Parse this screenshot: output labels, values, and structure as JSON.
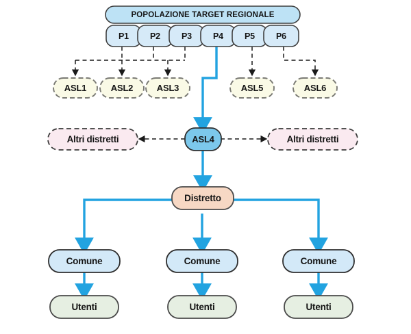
{
  "diagram": {
    "title_bar": {
      "label": "POPOLAZIONE TARGET REGIONALE"
    },
    "population_segments": [
      {
        "label": "P1"
      },
      {
        "label": "P2"
      },
      {
        "label": "P3"
      },
      {
        "label": "P4"
      },
      {
        "label": "P5"
      },
      {
        "label": "P6"
      }
    ],
    "asl_nodes": [
      {
        "label": "ASL1"
      },
      {
        "label": "ASL2"
      },
      {
        "label": "ASL3"
      },
      {
        "label": "ASL5"
      },
      {
        "label": "ASL6"
      }
    ],
    "highlighted_asl": {
      "label": "ASL4"
    },
    "other_districts": [
      {
        "label": "Altri distretti"
      },
      {
        "label": "Altri distretti"
      }
    ],
    "district": {
      "label": "Distretto"
    },
    "municipalities": [
      {
        "label": "Comune"
      },
      {
        "label": "Comune"
      },
      {
        "label": "Comune"
      }
    ],
    "users": [
      {
        "label": "Utenti"
      },
      {
        "label": "Utenti"
      },
      {
        "label": "Utenti"
      }
    ]
  },
  "colors": {
    "header_fill": "#BDE2F5",
    "segment_fill": "#D6EAF8",
    "asl_fill": "#FAFAE6",
    "asl_stroke": "#7A7A74",
    "asl4_fill": "#7CC8EC",
    "altri_fill": "#FAEAF0",
    "altri_stroke": "#3A3A3A",
    "distretto_fill": "#F7D8C4",
    "comune_fill": "#D3E9F8",
    "utenti_fill": "#E6EFE2",
    "flow_blue": "#22A3E0",
    "node_stroke": "#4A4A4A",
    "text": "#141414",
    "background": "#FFFFFF"
  }
}
